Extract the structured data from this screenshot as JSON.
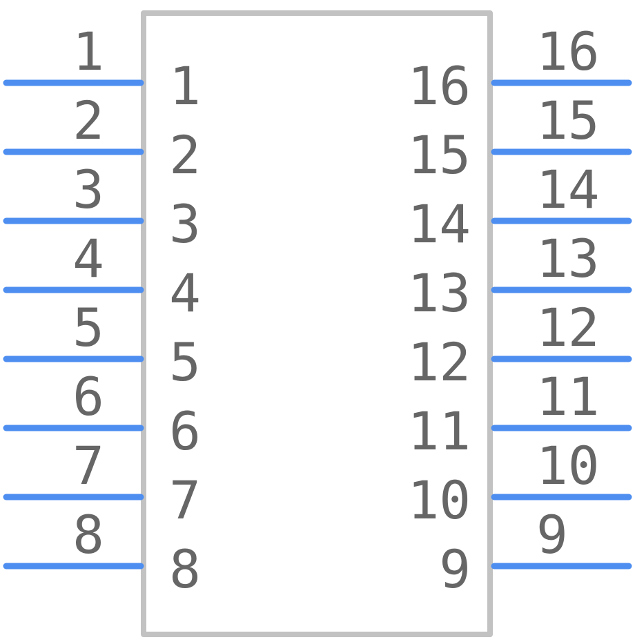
{
  "symbol": {
    "body_color": "#c2c2c2",
    "pin_color": "#4d8ef0",
    "text_color": "#666666",
    "left_pins": [
      {
        "outer": "1",
        "inner": "1"
      },
      {
        "outer": "2",
        "inner": "2"
      },
      {
        "outer": "3",
        "inner": "3"
      },
      {
        "outer": "4",
        "inner": "4"
      },
      {
        "outer": "5",
        "inner": "5"
      },
      {
        "outer": "6",
        "inner": "6"
      },
      {
        "outer": "7",
        "inner": "7"
      },
      {
        "outer": "8",
        "inner": "8"
      }
    ],
    "right_pins": [
      {
        "outer": "16",
        "inner": "16"
      },
      {
        "outer": "15",
        "inner": "15"
      },
      {
        "outer": "14",
        "inner": "14"
      },
      {
        "outer": "13",
        "inner": "13"
      },
      {
        "outer": "12",
        "inner": "12"
      },
      {
        "outer": "11",
        "inner": "11"
      },
      {
        "outer": "10",
        "inner": "10"
      },
      {
        "outer": "9",
        "inner": "9"
      }
    ]
  }
}
